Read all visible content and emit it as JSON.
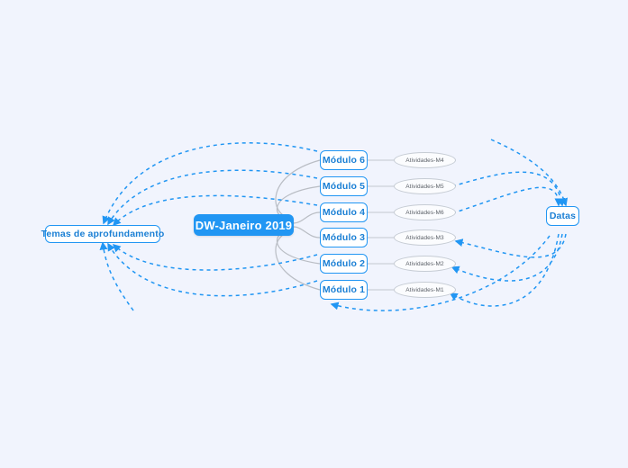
{
  "diagram": {
    "type": "mind-map",
    "background_color": "#f1f4fd",
    "accent_color": "#2196f3",
    "edge_solid_color": "#b9bdc4",
    "edge_dashed_color": "#2196f3",
    "root": {
      "label": "DW-Janeiro 2019"
    },
    "left_node": {
      "label": "Temas de aprofundamento"
    },
    "right_node": {
      "label": "Datas"
    },
    "modules": [
      {
        "label": "Módulo 6",
        "activity": "Atividades-M4"
      },
      {
        "label": "Módulo 5",
        "activity": "Atividades-M5"
      },
      {
        "label": "Módulo 4",
        "activity": "Atividades-M6"
      },
      {
        "label": "Módulo 3",
        "activity": "Atividades-M3"
      },
      {
        "label": "Módulo 2",
        "activity": "Atividades-M2"
      },
      {
        "label": "Módulo 1",
        "activity": "Atividades-M1"
      }
    ]
  }
}
